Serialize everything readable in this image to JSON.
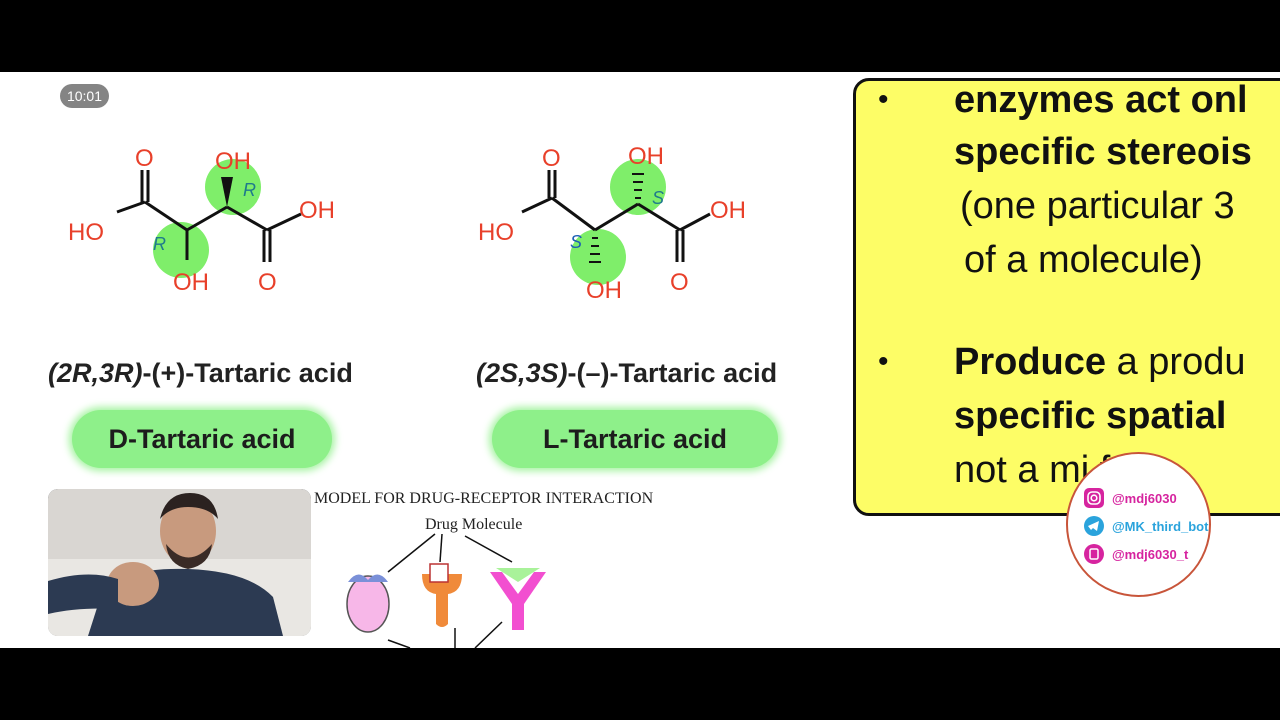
{
  "video": {
    "timestamp": "10:01"
  },
  "slide_left": {
    "molecule_d": {
      "labels": {
        "o_top": "O",
        "oh_top": "OH",
        "oh_right": "OH",
        "ho_left": "HO",
        "oh_bottom": "OH",
        "o_bottom": "O",
        "config_upper": "R",
        "config_lower": "R"
      }
    },
    "molecule_l": {
      "labels": {
        "o_top": "O",
        "oh_top": "OH",
        "oh_right": "OH",
        "ho_left": "HO",
        "oh_bottom": "OH",
        "o_bottom": "O",
        "config_upper": "S",
        "config_lower": "S"
      }
    },
    "caption_d": {
      "prefix": "(2R,3R)",
      "suffix": "-(+)-Tartaric acid"
    },
    "caption_l": {
      "prefix": "(2S,3S)",
      "suffix": "-(–)-Tartaric acid"
    },
    "pill_d": "D-Tartaric acid",
    "pill_l": "L-Tartaric acid",
    "model_title": "MODEL FOR DRUG-RECEPTOR INTERACTION",
    "drug_label": "Drug Molecule"
  },
  "slide_right": {
    "bullet_glyph": "•",
    "point1": {
      "line1": "enzymes act onl",
      "line2": "specific stereois",
      "line3": "(one particular 3",
      "line4": "of a molecule)"
    },
    "point2": {
      "line1_bold": "Produce",
      "line1_rest": " a produ",
      "line2": "specific spatial",
      "line3": "not a mi     form"
    }
  },
  "social": {
    "instagram": "@mdj6030",
    "telegram": "@MK_third_bot",
    "other": "@mdj6030_t",
    "colors": {
      "instagram": "#d6249f",
      "telegram": "#2aa3dc",
      "other": "#d6249f"
    }
  },
  "colors": {
    "label_red": "#e8402a",
    "highlight_green": "#7fee6a",
    "slide_yellow": "#fdfd66",
    "pill_green": "#8ef08a"
  }
}
